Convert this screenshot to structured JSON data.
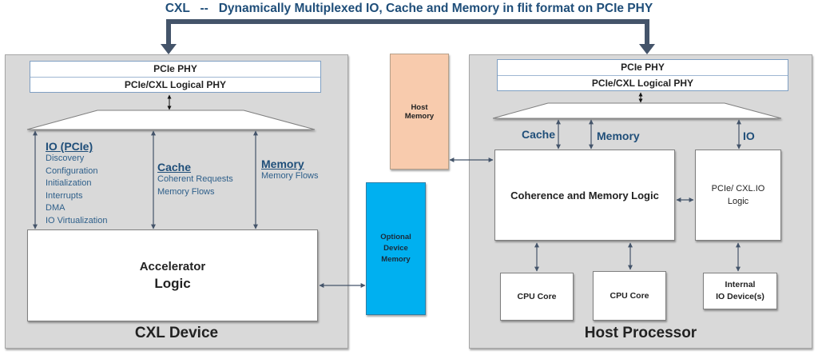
{
  "title": "CXL   --   Dynamically Multiplexed IO, Cache and Memory in flit format on PCIe PHY",
  "colors": {
    "title_blue": "#1f4e79",
    "panel_gray": "#d9d9d9",
    "host_memory": "#f8cbad",
    "optional_device_memory": "#00b0f0",
    "connector": "#44546a"
  },
  "cxl_device": {
    "label": "CXL Device",
    "phy": {
      "top": "PCIe PHY",
      "bottom": "PCIe/CXL Logical PHY"
    },
    "io": {
      "heading": "IO (PCIe)",
      "items": [
        "Discovery",
        "Configuration",
        "Initialization",
        "Interrupts",
        "DMA",
        "IO Virtualization"
      ]
    },
    "cache": {
      "heading": "Cache",
      "items": [
        "Coherent Requests",
        "Memory Flows"
      ]
    },
    "memory": {
      "heading": "Memory",
      "items": [
        "Memory Flows"
      ]
    },
    "accelerator": {
      "line1": "Accelerator",
      "line2": "Logic"
    }
  },
  "host_memory": {
    "line1": "Host",
    "line2": "Memory"
  },
  "optional_device_memory": {
    "line1": "Optional",
    "line2": "Device",
    "line3": "Memory"
  },
  "host_processor": {
    "label": "Host Processor",
    "phy": {
      "top": "PCIe PHY",
      "bottom": "PCIe/CXL Logical PHY"
    },
    "channels": {
      "cache": "Cache",
      "memory": "Memory",
      "io": "IO"
    },
    "coherence_logic": "Coherence and Memory Logic",
    "io_logic": {
      "line1": "PCIe/ CXL.IO",
      "line2": "Logic"
    },
    "cpu_cores": [
      "CPU Core",
      "CPU Core"
    ],
    "internal_io": {
      "line1": "Internal",
      "line2": "IO Device(s)"
    }
  }
}
